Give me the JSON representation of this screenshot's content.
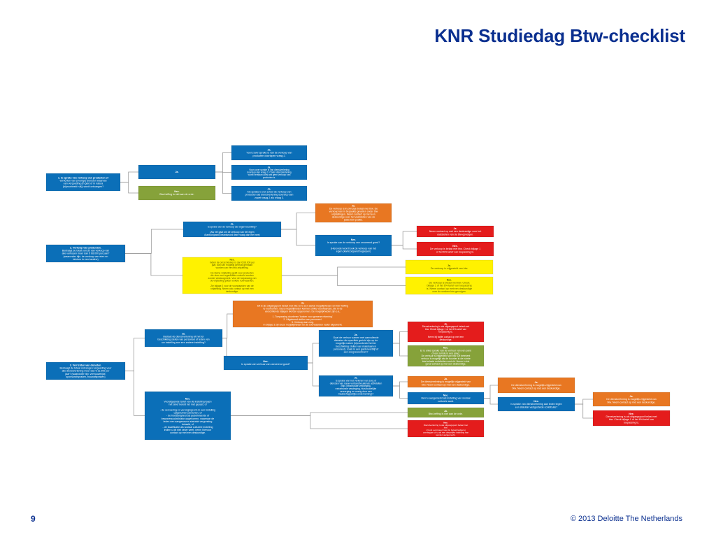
{
  "slide": {
    "title": "KNR Studiedag Btw-checklist",
    "page_number": "9",
    "copyright": "© 2013 Deloitte The Netherlands"
  },
  "colors": {
    "blue": "#0b6fb8",
    "orange": "#e87722",
    "green": "#86a23a",
    "red": "#e41c1c",
    "yellow": "#fff200",
    "connector": "#9a9a9a",
    "title": "#0a2f8f"
  },
  "flowchart": {
    "nodes": [
      {
        "id": "q1",
        "color": "blue",
        "lines": [
          "1. Is sprake van verkoop van producten of",
          "verrichten van (overige) diensten waarvan",
          "een vergoeding (in geld of in natura",
          "(bijvoorbeeld ruil)) wordt ontvangen?"
        ]
      },
      {
        "id": "q1-ja",
        "color": "blue",
        "lines": [
          "Ja."
        ]
      },
      {
        "id": "q1-nee",
        "color": "green",
        "lines": [
          "Nee.",
          "Btw-heffing is niet aan de orde."
        ]
      },
      {
        "id": "q1-ja-a",
        "color": "blue",
        "lines": [
          "Ja.",
          "Voor zover sprake is van de verkoop van",
          "producten doorlopen vraag 2."
        ]
      },
      {
        "id": "q1-ja-b",
        "color": "blue",
        "lines": [
          "Ja.",
          "Voor zover sprake is van dienstverlening",
          "doorloop dan vraag 3. Onder dienstverlening",
          "wordt verstaan alles wat geen verkoop van",
          "producten is."
        ]
      },
      {
        "id": "q1-ja-c",
        "color": "blue",
        "lines": [
          "Ja.",
          "Als sprake is van zowel de verkoop van",
          "producten als dienstverlening doorloop dan",
          "zowel vraag 2 als vraag 3."
        ]
      },
      {
        "id": "q2",
        "color": "blue",
        "lines": [
          "2. Verkoop van producten.",
          "Bedraagt de totale omzet van verkoop van",
          "alle verkopen meer dan € 68.000 per jaar?",
          "(waaronder bijv. de verkoop van eten en",
          "drinken in een kantine)"
        ]
      },
      {
        "id": "q2-ja",
        "color": "blue",
        "lines": [
          "Ja.",
          "Is sprake van de verkoop van eigen bezetting?",
          "",
          "(Als het gaat om de verkoop van het eigen",
          "(kantoor)pand) beantwoord deze vraag dan met nee)"
        ]
      },
      {
        "id": "q2-ja-o",
        "color": "orange",
        "lines": [
          "Ja.",
          "De verkoop is in principe belast met btw. De",
          "verkoop kan in bepaalde gevallen onder btw",
          "vrijstellingen. Neem contact op met een",
          "deskundige over het vaststellen van de",
          "juiste btw-positie."
        ]
      },
      {
        "id": "q2-nee",
        "color": "blue",
        "lines": [
          "Nee.",
          "Is sprake van de verkoop van onroerend goed?",
          "",
          "(Hieronder wordt ook de verkoop van het",
          "eigen (kantoor)pand begrepen)"
        ]
      },
      {
        "id": "q2-nee-ja",
        "color": "red",
        "lines": [
          "Ja.",
          "Neem contact op met een deskundige voor het",
          "vaststellen van de btw-gevolgen."
        ]
      },
      {
        "id": "q2-nee-nee",
        "color": "red",
        "lines": [
          "Nee.",
          "De verkoop is belast met btw. Check bijlage 1",
          "of het 6%-tarief van toepassing is."
        ]
      },
      {
        "id": "q2-yellow",
        "color": "yellow",
        "lines": [
          "Nee.",
          "Indien de omzet kleiner is dan € 68.000 per",
          "jaar, dan kan mogelijk gebruik gemaakt",
          "worden van een btw-vrijstelling.",
          "",
          "De kleine vrijstelling geldt voor producten",
          "die door een organisatie verkocht worden",
          "zonder winstoogmerk. Voor de toepassing van",
          "de vrijstelling gelden enkele voorwaarden.",
          "",
          "Zie bijlage 2 voor de voorwaarden van de",
          "vrijstelling. Neem ook contact op met een",
          "deskundige."
        ]
      },
      {
        "id": "q2-yellow-a",
        "color": "yellow",
        "lines": [
          "Ja.",
          "De verkoop is vrijgesteld van btw."
        ]
      },
      {
        "id": "q2-yellow-b",
        "color": "yellow",
        "lines": [
          "Nee.",
          "De verkoop is belast met btw. Check",
          "bijlage 1 of het 6%-tarief van toepassing",
          "is. Neem contact op met een deskundige",
          "over de verdere btw-gevolgen."
        ]
      },
      {
        "id": "q3-top",
        "color": "orange",
        "lines": [
          "Ja.",
          "Dit is als uitgangspunt belast met btw. Er is een aantal mogelijkheden om btw-heffing",
          "te voorkomen. Deze mogelijkheden kennen strikte voorwaarden, die in de",
          "verschillende bijlagen worden opgenomen. De mogelijkheden zijn o.a.:",
          "",
          "1. Toepassing doorlenen 'kosten voor gemene rekening'.",
          "2. Uitgeleend stellen van personeel.",
          "3. Verkoop aan zorg.",
          "In bijlage 3 zijn deze mogelijkheden en de voorwaarden nader uitgewerkt."
        ]
      },
      {
        "id": "q3",
        "color": "blue",
        "lines": [
          "3. Verrichten van diensten.",
          "Bedraagt de totaal ontvangen vergoeding voor",
          "alle dienstverlening meer dan € 11.000 per",
          "jaar? (waaronder bijv. vertrouwelijke,",
          "sponsorafspraken, bouwafspraken)"
        ]
      },
      {
        "id": "q3-ja",
        "color": "blue",
        "lines": [
          "Ja.",
          "Bestaat de dienstverlening uit het ter",
          "beschikking stellen van personeel of leden van",
          "uw instelling aan een andere instelling?"
        ]
      },
      {
        "id": "q3-nee",
        "color": "blue",
        "lines": [
          "Nee.",
          "Is sprake van verhuur van onroerend goed?"
        ]
      },
      {
        "id": "q3-ja-nee",
        "color": "blue",
        "lines": [
          "Ja.",
          "Gaat de verhuur samen met aanvullende",
          "diensten die specifiek gericht zijn op de",
          "mogelijk maken (bijvoorbeeld het ter",
          "beschikking stellen van materiaal en",
          "personeel), zoals in een gastenverblijf of",
          "een congrescentrum?"
        ]
      },
      {
        "id": "q3-ja-nee-ja",
        "color": "red",
        "lines": [
          "Ja.",
          "Dienstverlening is als uitgangspunt belast met",
          "btw. Check bijlage 1 of het 6%-tarief van",
          "toepassing is.",
          "",
          "Neem bij twijfel contact op met een",
          "deskundige."
        ]
      },
      {
        "id": "q3-ja-nee-nee",
        "color": "green",
        "lines": [
          "Nee.",
          "Er is enkel sprake van de verhuur van een pand",
          "of een ruimte in een pand.",
          "De verhuur is vrijgesteld van btw. Dit betekent",
          "verhuur is mogelijk als de huurder in de ruimte",
          "btw-belaste activiteiten verricht. Neem in dat",
          "geval contact op met een deskundige."
        ]
      },
      {
        "id": "q3-nee-nee",
        "color": "blue",
        "lines": [
          "Ja.",
          "Is sprake van het verlenen van zorg of",
          "diensten van nauw verbandhoudende activiteiten",
          "(bijv. intramurale verpleging,",
          "extramurale verpleging, huishoudelijke",
          "verzorging en overig door een",
          "maatschappelijke onderneming)?"
        ]
      },
      {
        "id": "q3-nee-nee-ja",
        "color": "orange",
        "lines": [
          "Ja.",
          "De dienstverlening is mogelijk vrijgesteld van",
          "btw. Neem contact op met een deskundige."
        ]
      },
      {
        "id": "q3-nee-nee-nee",
        "color": "blue",
        "lines": [
          "Nee.",
          "Bent u aangemerkt als instelling van sociaal",
          "culturele aard."
        ]
      },
      {
        "id": "q3-r1",
        "color": "orange",
        "lines": [
          "Ja.",
          "De dienstverlening is mogelijk vrijgesteld van",
          "btw. Neem contact op met een deskundige."
        ]
      },
      {
        "id": "q3-r2",
        "color": "blue",
        "lines": [
          "Nee.",
          "Is sprake van dienstverlening aan leden tegen",
          "een statutair vastgestelde contributie?"
        ]
      },
      {
        "id": "q3-r2-ja",
        "color": "orange",
        "lines": [
          "Ja.",
          "De dienstverlening is mogelijk vrijgesteld van",
          "btw. Neem contact op met een deskundige."
        ]
      },
      {
        "id": "q3-r2-nee",
        "color": "red",
        "lines": [
          "Nee.",
          "Dienstverlening is als uitgangspunt belast met",
          "btw. Check bijlage 1 of het 6%-tarief van",
          "toepassing is."
        ]
      },
      {
        "id": "q3-under",
        "color": "blue",
        "lines": [
          "Nee.",
          "Voorafgaande tarief van de instelling tegen",
          "het tarief beleid het met gepast, of",
          "",
          "- de vervoering zo vervolgings zin in een instelling",
          "  opgenomen personen, of",
          "- de hoedanigheid als gedefinieerde of",
          "  bewonerscoördinator opgenomen, waarnaar de",
          "  leden een aangewezen statutair vergunning",
          "  betaald, of",
          "- de kwalificatie als sociaal culturele instelling",
          "  indien u dit niet zeker weet, neem hiervoor",
          "  contact op met een deskundige."
        ]
      },
      {
        "id": "q3-under-ja",
        "color": "green",
        "lines": [
          "Ja.",
          "Btw-heffing is niet aan de orde."
        ]
      },
      {
        "id": "q3-under-nee",
        "color": "red",
        "lines": [
          "Nee.",
          "Dienstverlening is als uitgangspunt belast met",
          "btw.",
          "U kunt eventueel naar de belastingdienst",
          "overleggen of u als een dergelijke instelling kan",
          "worden aangemerkt."
        ]
      }
    ]
  }
}
